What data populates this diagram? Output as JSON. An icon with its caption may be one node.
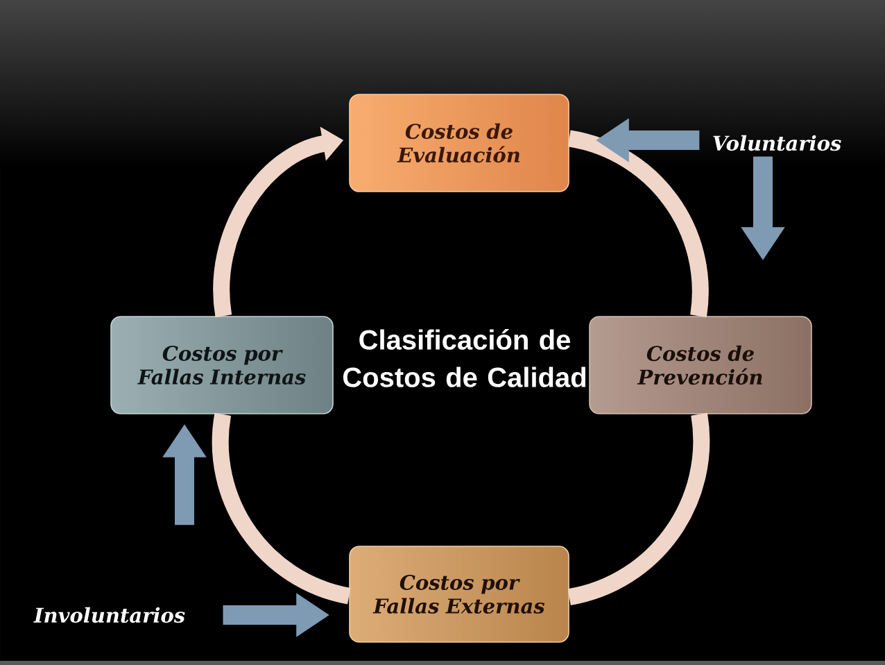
{
  "diagram": {
    "nodes": [
      {
        "text": [
          "Costos de Evaluación"
        ]
      },
      {
        "text": [
          "Costos de Prevención"
        ]
      },
      {
        "text": [
          "Costos por Fallas Externas"
        ]
      },
      {
        "text": [
          "Costos por Fallas Internas"
        ]
      },
      {
        "text": [
          "Voluntarios"
        ]
      },
      {
        "text": [
          "Involuntarios"
        ]
      }
    ],
    "edges": [
      {
        "from": 3,
        "to": 0,
        "arrow": "to"
      },
      {
        "from": 0,
        "to": 1,
        "arrow": "none"
      },
      {
        "from": 1,
        "to": 2,
        "arrow": "none"
      },
      {
        "from": 2,
        "to": 3,
        "arrow": "none"
      },
      {
        "from": 4,
        "to": 0,
        "arrow": "to",
        "color": "#7f9ab3"
      },
      {
        "from": 4,
        "to": 1,
        "arrow": "to",
        "color": "#7f9ab3"
      },
      {
        "from": 5,
        "to": 2,
        "arrow": "to",
        "color": "#7f9ab3"
      },
      {
        "from": 5,
        "to": 3,
        "arrow": "to",
        "color": "#7f9ab3"
      }
    ],
    "labels": [
      "Clasificación de Costos de Calidad"
    ]
  }
}
